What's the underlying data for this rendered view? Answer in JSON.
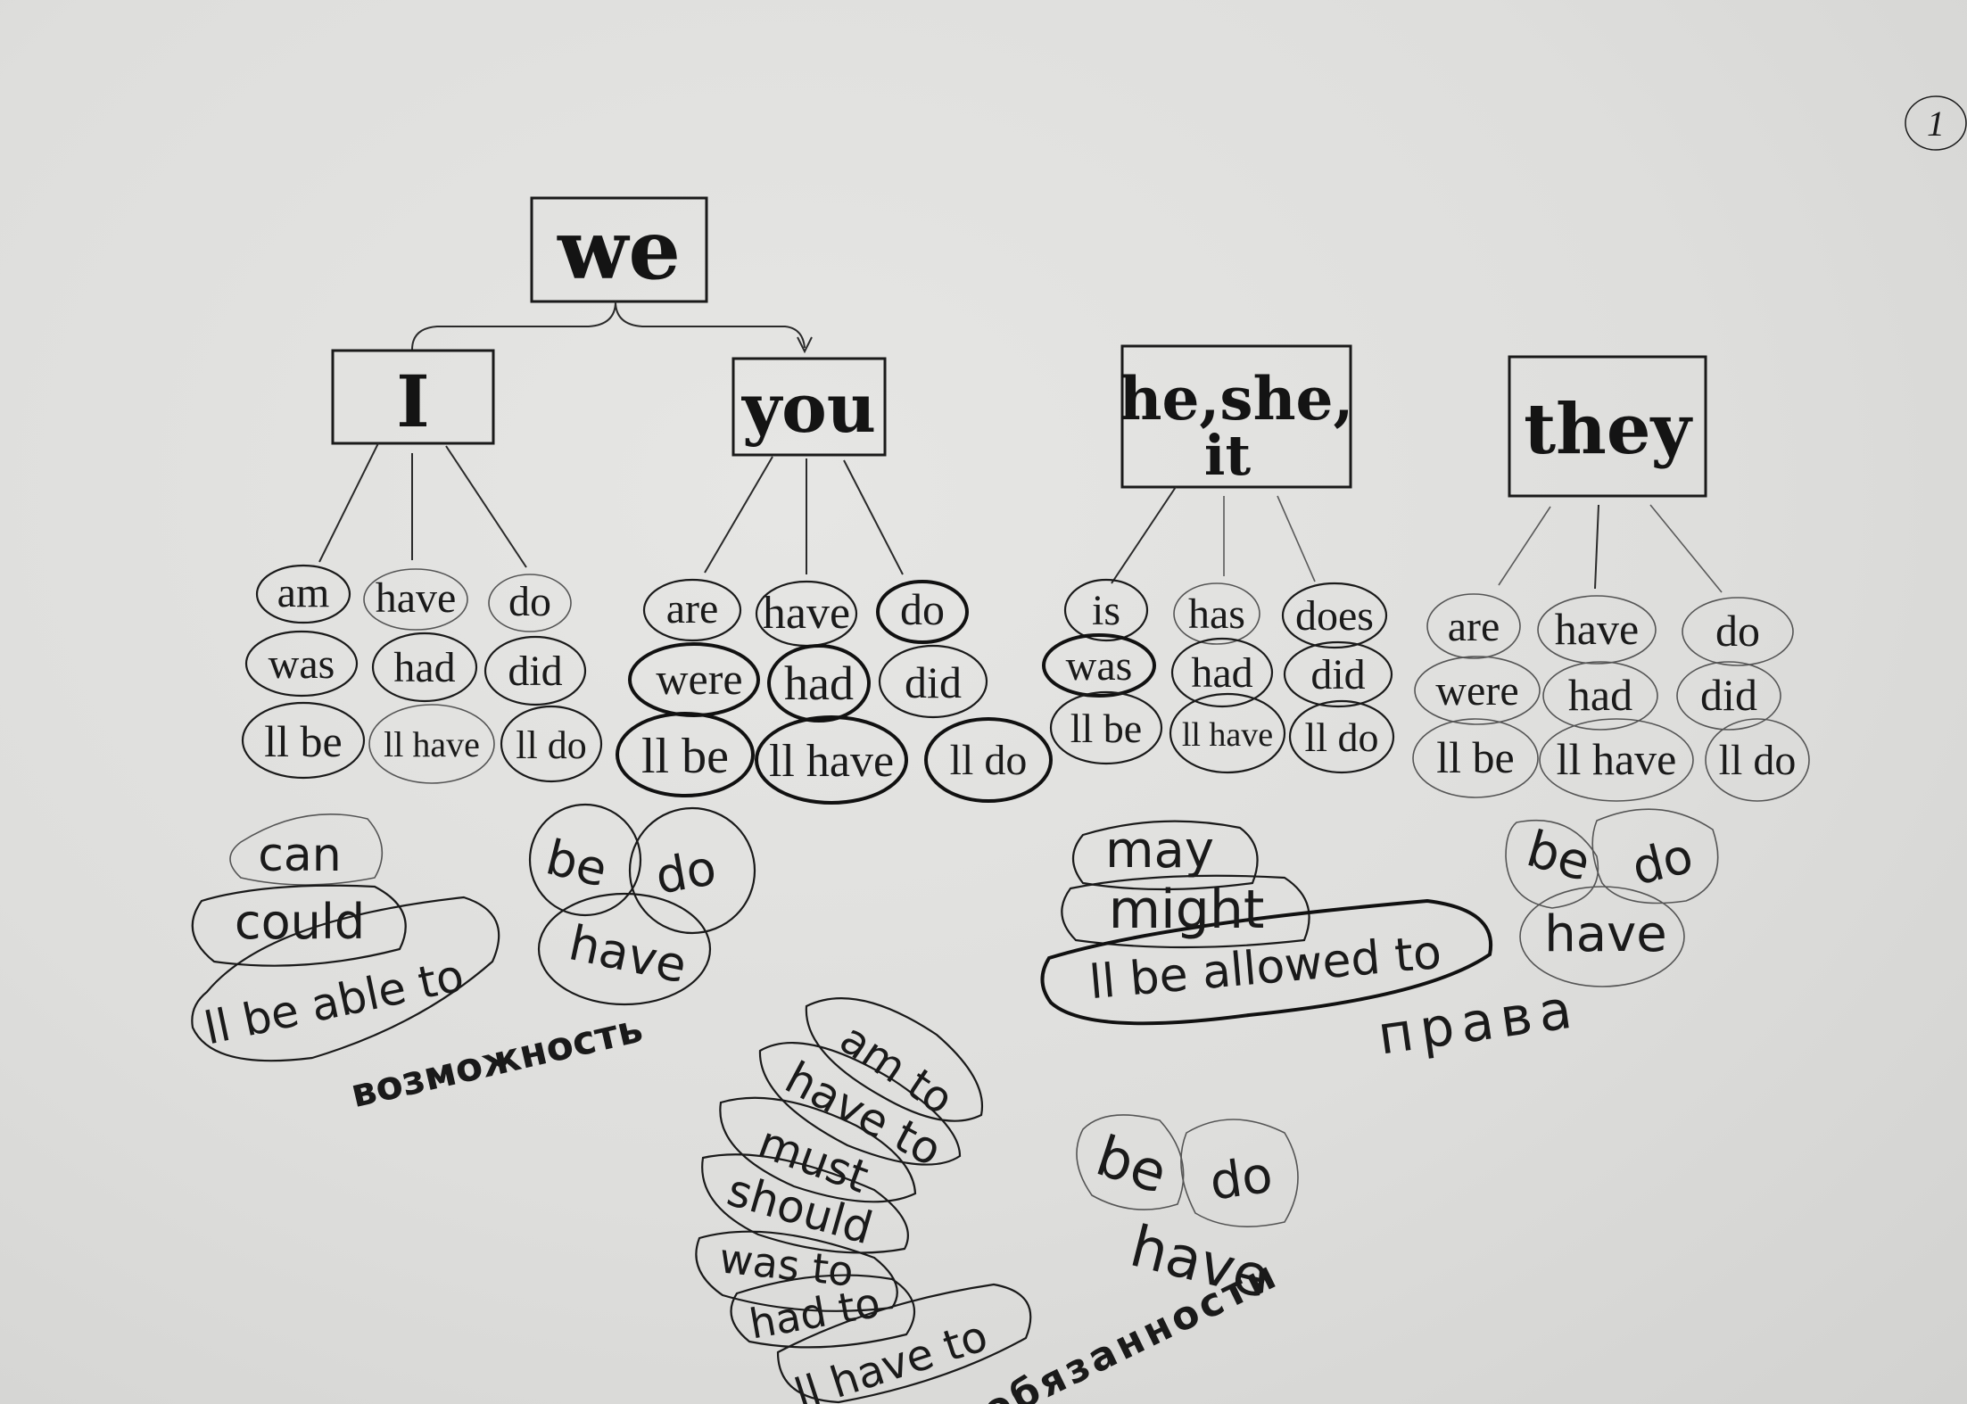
{
  "page_number": "1",
  "top": {
    "label": "we"
  },
  "pronouns": {
    "i": {
      "label": "I",
      "present": [
        "am",
        "have",
        "do"
      ],
      "past": [
        "was",
        "had",
        "did"
      ],
      "future": [
        "ll be",
        "ll have",
        "ll do"
      ]
    },
    "you": {
      "label": "you",
      "present": [
        "are",
        "have",
        "do"
      ],
      "past": [
        "were",
        "had",
        "did"
      ],
      "future": [
        "ll be",
        "ll have",
        "ll do"
      ]
    },
    "he": {
      "label1": "he,she,",
      "label2": "it",
      "present": [
        "is",
        "has",
        "does"
      ],
      "past": [
        "was",
        "had",
        "did"
      ],
      "future": [
        "ll be",
        "ll have",
        "ll do"
      ]
    },
    "they": {
      "label": "they",
      "present": [
        "are",
        "have",
        "do"
      ],
      "past": [
        "were",
        "had",
        "did"
      ],
      "future": [
        "ll be",
        "ll have",
        "ll do"
      ]
    }
  },
  "ability": {
    "modals": [
      "can",
      "could",
      "ll be able to"
    ],
    "verbs": [
      "be",
      "do",
      "have"
    ],
    "caption": "возможность"
  },
  "permission": {
    "modals": [
      "may",
      "might",
      "ll be allowed to"
    ],
    "verbs": [
      "be",
      "do",
      "have"
    ],
    "caption": "права"
  },
  "obligation": {
    "modals": [
      "am to",
      "have to",
      "must",
      "should",
      "was to",
      "had to",
      "ll have to"
    ],
    "verbs": [
      "be",
      "do",
      "have"
    ],
    "caption": "обязанности"
  }
}
